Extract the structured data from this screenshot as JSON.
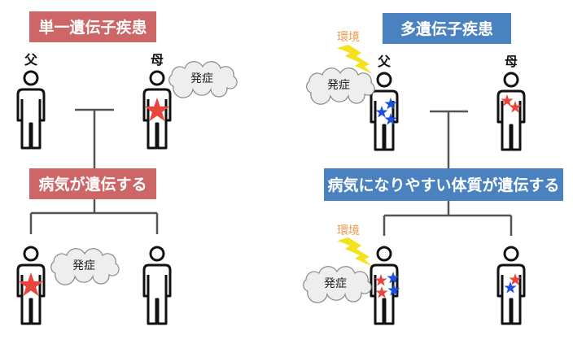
{
  "left": {
    "title": "単一遺伝子疾患",
    "father": "父",
    "mother": "母",
    "mother_cloud": "発症",
    "inherit_label": "病気が遺伝する",
    "child_cloud": "発症"
  },
  "right": {
    "title": "多遺伝子疾患",
    "father": "父",
    "mother": "母",
    "father_env": "環境",
    "father_cloud": "発症",
    "inherit_label": "病気になりやすい体質が遺伝する",
    "child_env": "環境",
    "child_cloud": "発症"
  },
  "colors": {
    "single": "#cd6666",
    "multi": "#4a82c0",
    "star_red": "#e8453c",
    "star_blue": "#1f4fe0",
    "lightning": "#f4e21e",
    "env_text": "#ef9a4a"
  }
}
